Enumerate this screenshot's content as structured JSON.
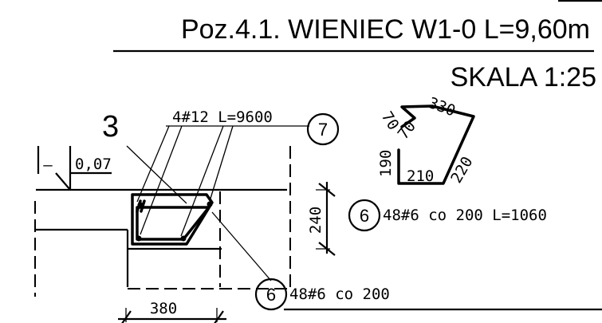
{
  "title": "Poz.4.1. WIENIEC W1-0 L=9,60m",
  "scale": "SKALA 1:25",
  "section_mark": "3",
  "level": {
    "sign": "–",
    "value": "0,07"
  },
  "top_bars": {
    "label": "4#12 L=9600",
    "callout": "7"
  },
  "stirrups": {
    "callout": "6",
    "label": "48#6 co 200"
  },
  "height_dim": "240",
  "width_dim": "380",
  "stirrup_detail": {
    "callout": "6",
    "label": "48#6 co 200 L=1060",
    "dims": {
      "top": "330",
      "hook_outer": "70",
      "hook_inner": "70",
      "left": "190",
      "bottom": "210",
      "right": "220"
    }
  }
}
